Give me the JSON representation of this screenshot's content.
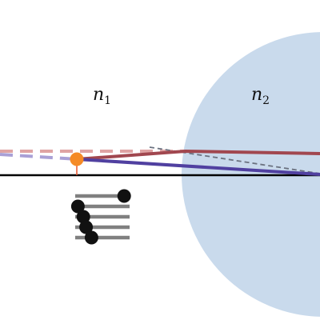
{
  "labels": {
    "n1": {
      "base": "n",
      "sub": "1"
    },
    "n2": {
      "base": "n",
      "sub": "2"
    }
  },
  "colors": {
    "medium2": "#c9daec",
    "axis": "#000000",
    "ray_red": "#a1474f",
    "ray_blue": "#5040a0",
    "ray_red_virtual": "#dfa3a3",
    "ray_blue_virtual": "#a9a0d6",
    "normal_line": "#6b7280",
    "source_point": "#f58a26",
    "source_stem": "#e8542a",
    "slider_track": "#808080",
    "slider_knob": "#111111"
  },
  "sliders": {
    "count": 5,
    "values": [
      0.9,
      0.05,
      0.15,
      0.2,
      0.3
    ]
  }
}
